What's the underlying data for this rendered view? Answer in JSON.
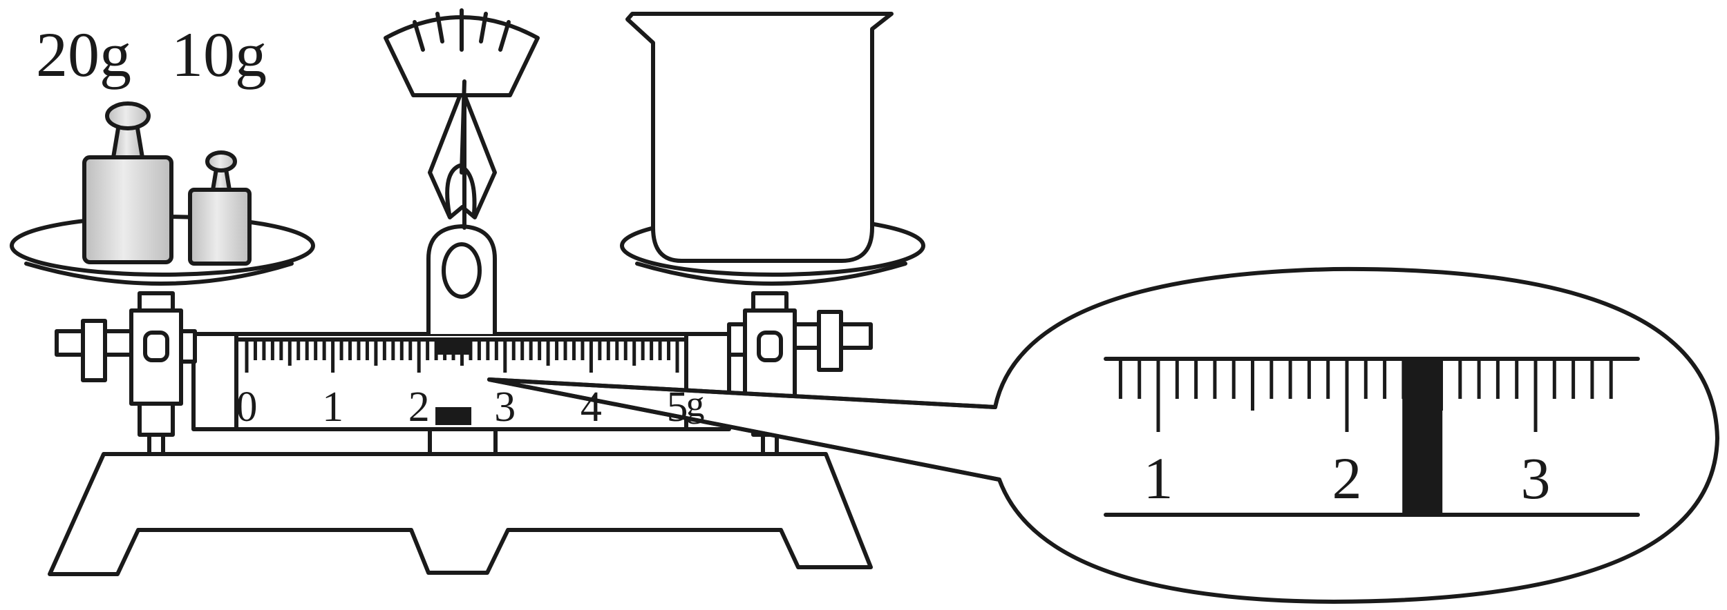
{
  "weights": {
    "left_label": "20g",
    "right_label": "10g"
  },
  "beam_scale": {
    "labels": [
      "0",
      "1",
      "2",
      "3",
      "4",
      "5"
    ],
    "unit": "g",
    "rider_value": 2.4
  },
  "zoom_scale": {
    "labels": [
      "1",
      "2",
      "3"
    ],
    "rider_value": 2.4
  },
  "colors": {
    "stroke": "#1a1a1a",
    "weight_fill": "#d4d4d4",
    "background": "#ffffff"
  }
}
